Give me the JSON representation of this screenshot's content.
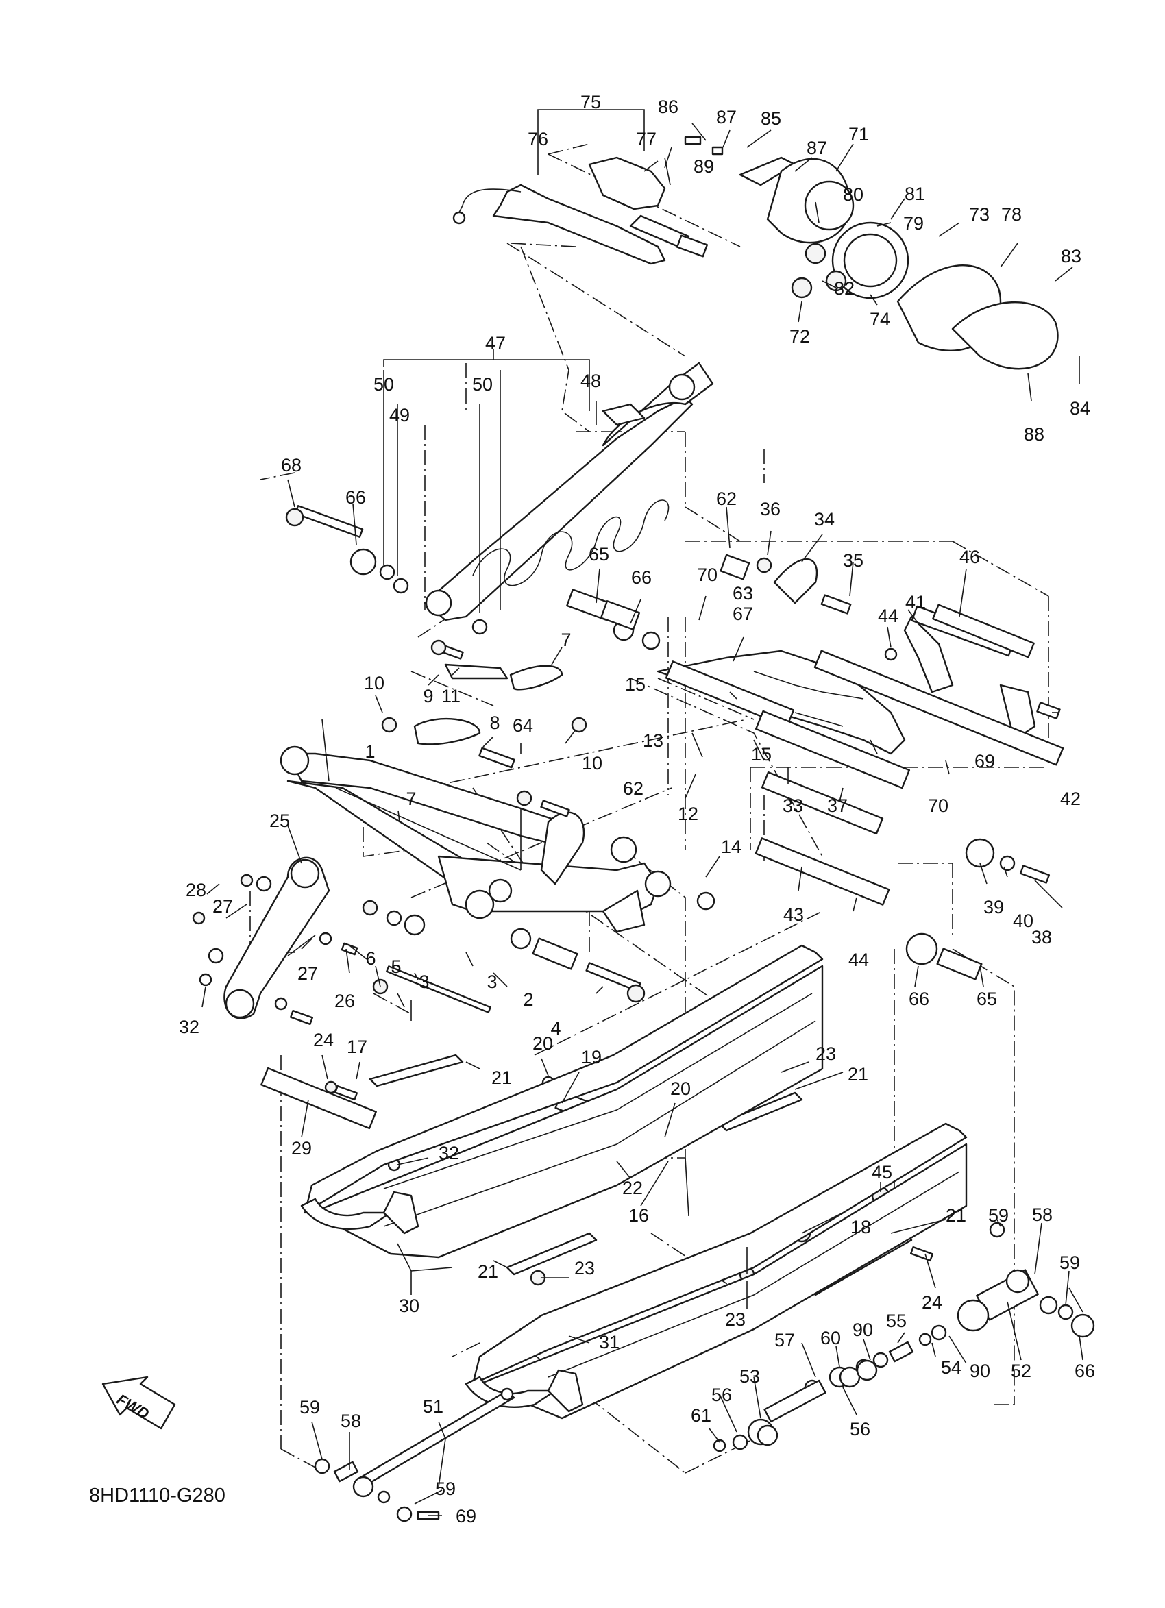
{
  "diagram_code": "8HD1110-G280",
  "direction_badge": "FWD",
  "callouts": [
    "75",
    "86",
    "87",
    "85",
    "71",
    "76",
    "77",
    "89",
    "87",
    "80",
    "79",
    "81",
    "73",
    "78",
    "83",
    "82",
    "74",
    "72",
    "84",
    "88",
    "47",
    "50",
    "49",
    "50",
    "48",
    "68",
    "66",
    "62",
    "36",
    "34",
    "35",
    "46",
    "41",
    "44",
    "65",
    "66",
    "70",
    "63",
    "67",
    "7",
    "15",
    "10",
    "9",
    "11",
    "8",
    "64",
    "10",
    "13",
    "15",
    "12",
    "69",
    "42",
    "1",
    "7",
    "25",
    "62",
    "14",
    "33",
    "70",
    "37",
    "28",
    "27",
    "6",
    "5",
    "3",
    "3",
    "2",
    "4",
    "39",
    "40",
    "38",
    "43",
    "44",
    "32",
    "27",
    "26",
    "66",
    "65",
    "24",
    "17",
    "20",
    "19",
    "21",
    "23",
    "21",
    "29",
    "32",
    "20",
    "22",
    "16",
    "18",
    "45",
    "21",
    "59",
    "23",
    "21",
    "30",
    "24",
    "58",
    "59",
    "23",
    "31",
    "55",
    "90",
    "57",
    "60",
    "52",
    "90",
    "54",
    "53",
    "56",
    "56",
    "66",
    "51",
    "61",
    "59",
    "58",
    "59",
    "69"
  ]
}
